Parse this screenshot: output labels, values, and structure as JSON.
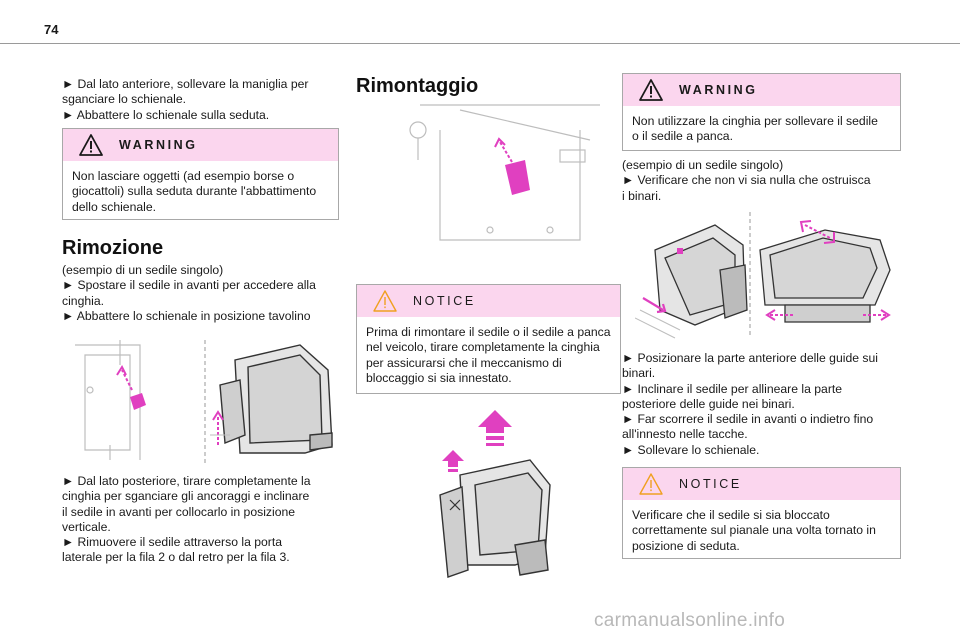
{
  "page": {
    "number": "74"
  },
  "col1": {
    "intro": "► Dal lato anteriore, sollevare la maniglia per\nsganciare lo schienale.\n► Abbattere lo schienale sulla seduta.",
    "warning": {
      "title": "WARNING",
      "body": "Non lasciare oggetti (ad esempio borse o\ngiocattoli) sulla seduta durante l'abbattimento\ndello schienale."
    },
    "heading": "Rimozione",
    "steps": "(esempio di un sedile singolo)\n► Spostare il sedile in avanti per accedere alla\ncinghia.\n► Abbattere lo schienale in posizione tavolino",
    "steps2": "► Dal lato posteriore, tirare completamente la\ncinghia per sganciare gli ancoraggi e inclinare\nil sedile in avanti per collocarlo in posizione\nverticale.\n► Rimuovere il sedile attraverso la porta\nlaterale per la fila 2 o dal retro per la fila 3."
  },
  "col2": {
    "heading": "Rimontaggio",
    "notice": {
      "title": "NOTICE",
      "body": "Prima di rimontare il sedile o il sedile a panca\nnel veicolo, tirare completamente la cinghia\nper assicurarsi che il meccanismo di\nbloccaggio si sia innestato."
    }
  },
  "col3": {
    "warning": {
      "title": "WARNING",
      "body": "Non utilizzare la cinghia per sollevare il sedile\no il sedile a panca."
    },
    "steps": "(esempio di un sedile singolo)\n► Verificare che non vi sia nulla che ostruisca\ni binari.",
    "steps2": "► Posizionare la parte anteriore delle guide sui\nbinari.\n► Inclinare il sedile per allineare la parte\nposteriore delle guide nei binari.\n► Far scorrere il sedile in avanti o indietro fino\nall'innesto nelle tacche.\n► Sollevare lo schienale.",
    "notice": {
      "title": "NOTICE",
      "body": "Verificare che il sedile si sia bloccato\ncorrettamente sul pianale una volta tornato in\nposizione di seduta."
    }
  },
  "watermark": "carmanualsonline.info",
  "colors": {
    "box_header": "#fbd6ee",
    "arrow": "#e040c0",
    "text": "#1a1a1a"
  }
}
